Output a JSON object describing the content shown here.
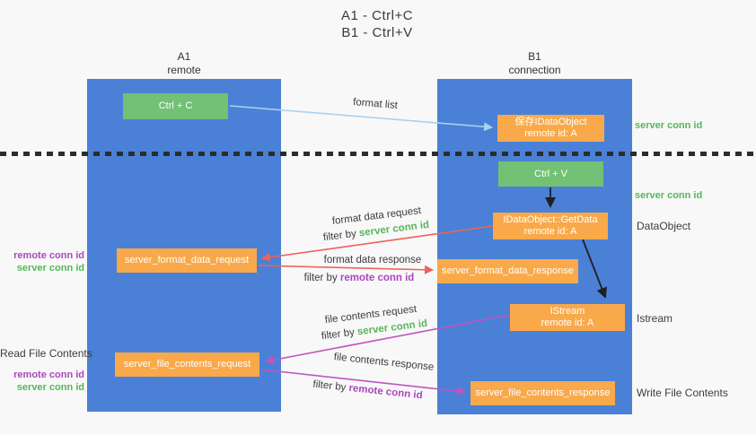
{
  "title": {
    "line1": "A1 - Ctrl+C",
    "line2": "B1 - Ctrl+V"
  },
  "lanes": {
    "a": {
      "name": "A1",
      "subtitle": "remote"
    },
    "b": {
      "name": "B1",
      "subtitle": "connection"
    }
  },
  "boxes": {
    "ctrl_c": {
      "label": "Ctrl + C"
    },
    "save_dataobject": {
      "line1": "保存IDataObject",
      "line2": "remote id: A"
    },
    "ctrl_v": {
      "label": "Ctrl + V"
    },
    "getdata": {
      "line1": "IDataObject::GetData",
      "line2": "remote id: A"
    },
    "format_request": {
      "label": "server_format_data_request"
    },
    "format_response": {
      "label": "server_format_data_response"
    },
    "istream": {
      "line1": "IStream",
      "line2": "remote id: A"
    },
    "file_request": {
      "label": "server_file_contents_request"
    },
    "file_response": {
      "label": "server_file_contents_response"
    }
  },
  "flow_labels": {
    "format_list": "format list",
    "format_data_request": "format data request",
    "filter_server_1": {
      "prefix": "filter by ",
      "key": "server conn id"
    },
    "format_data_response": "format data response",
    "filter_remote_1": {
      "prefix": "filter by ",
      "key": "remote conn id"
    },
    "file_contents_request": "file contents request",
    "filter_server_2": {
      "prefix": "filter by ",
      "key": "server conn id"
    },
    "file_contents_response": "file contents response",
    "filter_remote_2": {
      "prefix": "filter by ",
      "key": "remote conn id"
    }
  },
  "right_labels": [
    {
      "text": "server conn id",
      "type": "server"
    },
    {
      "text": "server conn id",
      "type": "server"
    },
    {
      "text": "DataObject",
      "type": "plain"
    },
    {
      "text": "Istream",
      "type": "plain"
    },
    {
      "text": "Write File Contents",
      "type": "plain"
    }
  ],
  "left_labels": [
    {
      "text": "remote conn id",
      "type": "remote"
    },
    {
      "text": "server conn id",
      "type": "server"
    },
    {
      "text": "Read File Contents",
      "type": "plain"
    },
    {
      "text": "remote conn id",
      "type": "remote"
    },
    {
      "text": "server conn id",
      "type": "server"
    }
  ],
  "colors": {
    "lane_blue": "#4a81d6",
    "box_green": "#72c175",
    "box_orange": "#f9a94a",
    "arrow_light_blue": "#a9d2ee",
    "arrow_red": "#ee6158",
    "arrow_magenta": "#c153c1",
    "arrow_black": "#1f1f1f",
    "label_green": "#57b657",
    "label_purple": "#ab47bc"
  }
}
